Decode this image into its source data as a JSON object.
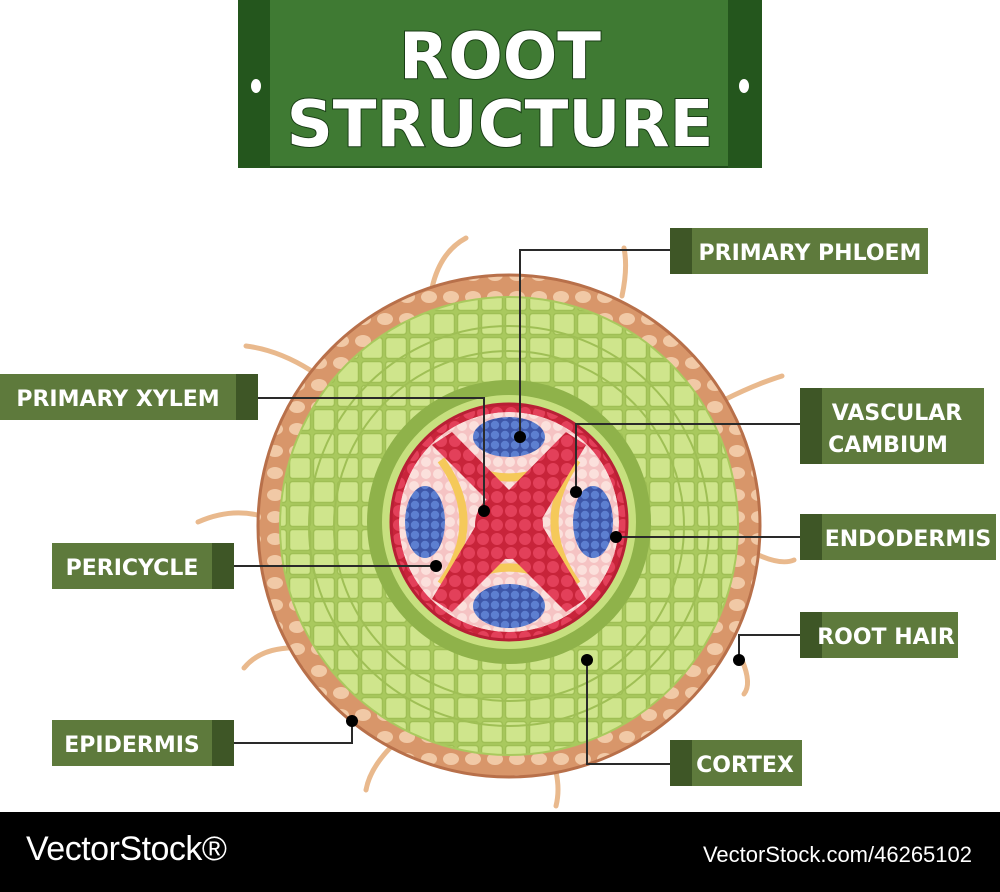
{
  "title": {
    "line1": "ROOT",
    "line2": "STRUCTURE"
  },
  "labels": {
    "primary_phloem": "PRIMARY PHLOEM",
    "primary_xylem": "PRIMARY XYLEM",
    "vascular_cambium_1": "VASCULAR",
    "vascular_cambium_2": "CAMBIUM",
    "endodermis": "ENDODERMIS",
    "pericycle": "PERICYCLE",
    "root_hair": "ROOT HAIR",
    "epidermis": "EPIDERMIS",
    "cortex": "CORTEX"
  },
  "footer": {
    "brand": "VectorStock®",
    "image_id": "VectorStock.com/46265102"
  },
  "colors": {
    "label_bg": "#5e7a3c",
    "label_tab": "#3e5626",
    "banner_bg": "#3f7a33",
    "banner_dark": "#1f4a1a",
    "cortex": "#c7e07f",
    "epidermis": "#d5956b",
    "xylem": "#e0394f",
    "phloem": "#4c6cc0"
  }
}
